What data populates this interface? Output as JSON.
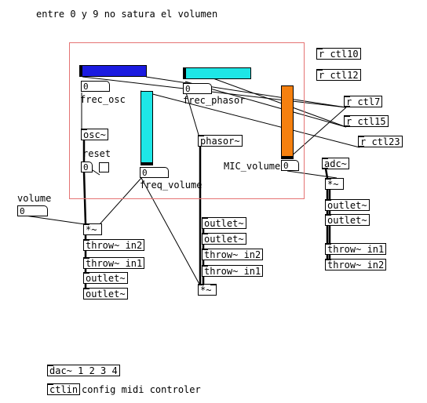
{
  "comments": {
    "top_note": "entre 0 y 9 no satura el volumen",
    "config_note": "config midi controler"
  },
  "gui": {
    "frec_osc": {
      "label": "frec_osc",
      "value": "0",
      "color": "#1b1be0"
    },
    "frec_phasor": {
      "label": "frec_phasor",
      "value": "0",
      "color": "#1ee6e6"
    },
    "freq_volume": {
      "label": "freq_volume",
      "value": "0",
      "color": "#1ee6e6"
    },
    "mic_volume": {
      "label": "MIC_volume",
      "value": "0",
      "color": "#f5800f"
    },
    "reset": {
      "label": "reset",
      "value": "0"
    },
    "volume": {
      "label": "volume",
      "value": "0"
    }
  },
  "objects": {
    "r_ctl10": "r ctl10",
    "r_ctl12": "r ctl12",
    "r_ctl7": "r ctl7",
    "r_ctl15": "r ctl15",
    "r_ctl23": "r ctl23",
    "osc": "osc~",
    "phasor": "phasor~",
    "adc": "adc~",
    "mult_left": "*~",
    "mult_mid": "*~",
    "mult_right": "*~",
    "left_throw2": "throw~ in2",
    "left_throw1": "throw~ in1",
    "left_outlet1": "outlet~",
    "left_outlet2": "outlet~",
    "mid_outlet1": "outlet~",
    "mid_outlet2": "outlet~",
    "mid_throw2": "throw~ in2",
    "mid_throw1": "throw~ in1",
    "right_outlet1": "outlet~",
    "right_outlet2": "outlet~",
    "right_throw1": "throw~ in1",
    "right_throw2": "throw~ in2",
    "dac": "dac~ 1 2 3 4",
    "ctlin": "ctlin"
  }
}
